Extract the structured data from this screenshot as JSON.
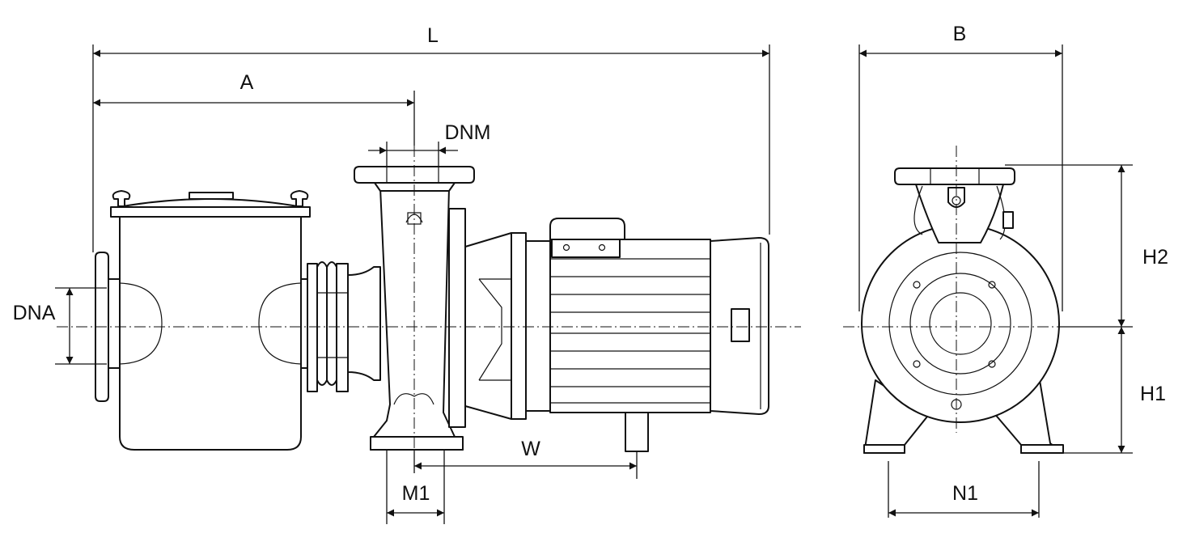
{
  "dimension_labels": {
    "L": "L",
    "A": "A",
    "DNM": "DNM",
    "DNA": "DNA",
    "W": "W",
    "M1": "M1",
    "B": "B",
    "H2": "H2",
    "H1": "H1",
    "N1": "N1"
  }
}
